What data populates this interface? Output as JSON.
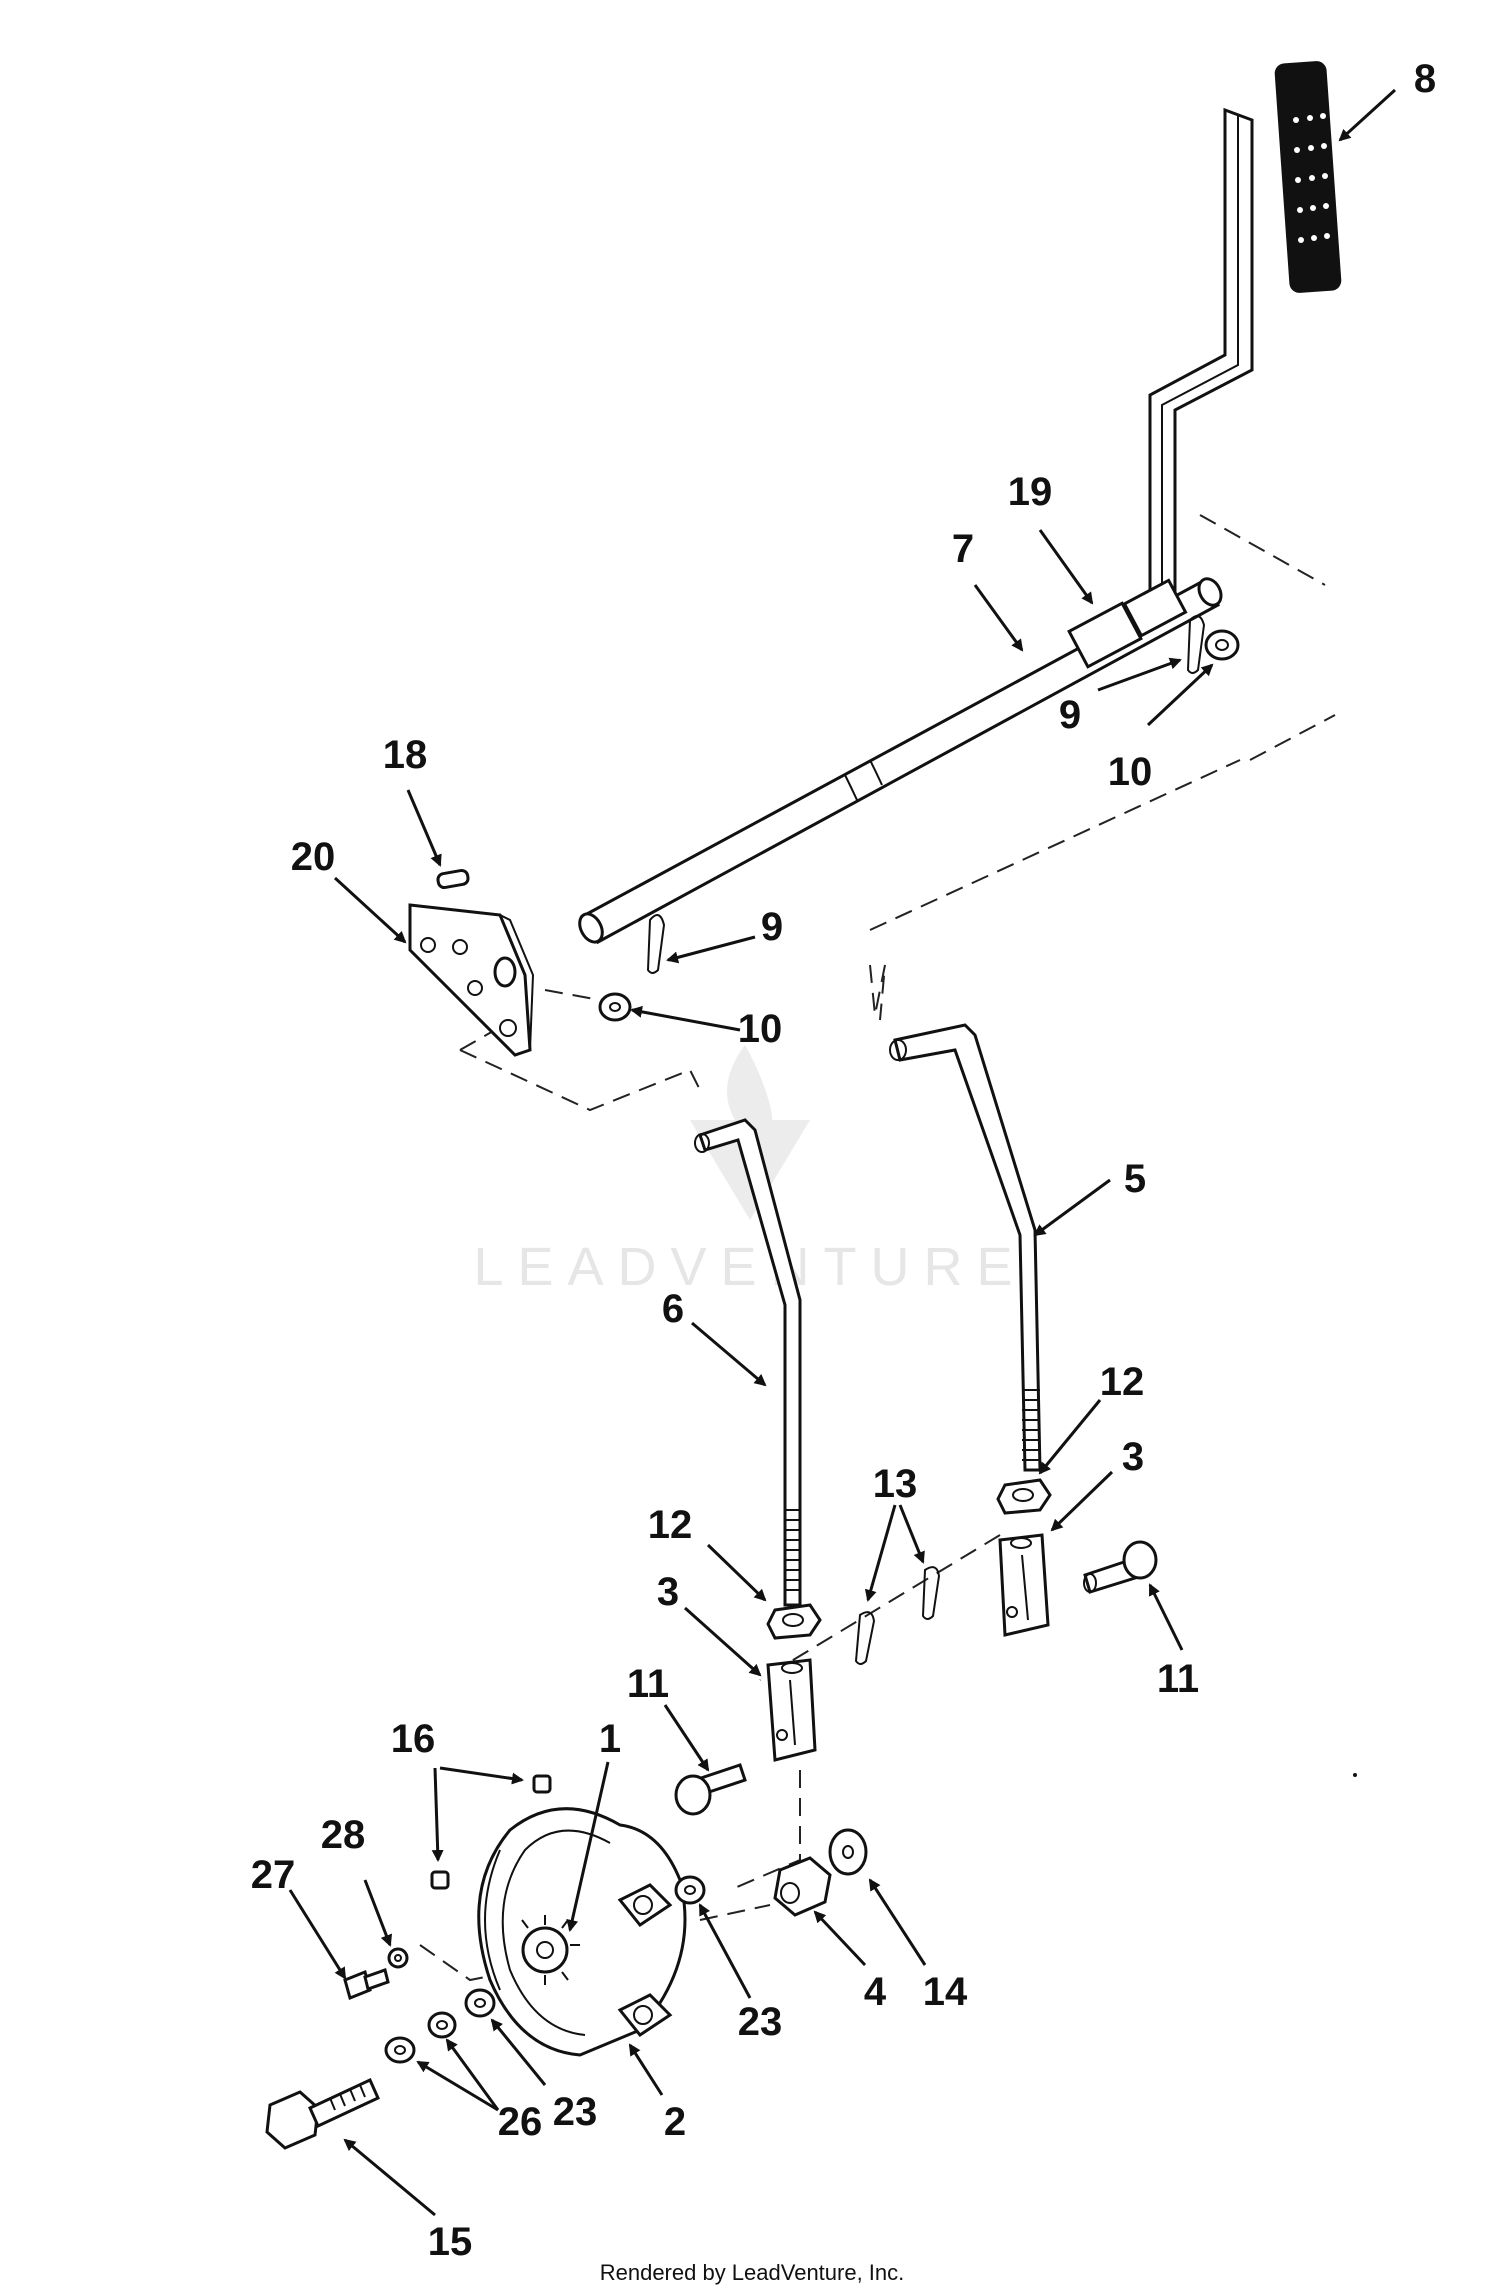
{
  "watermark": {
    "brand": "LEADVENTURE"
  },
  "footer": {
    "text": "Rendered by LeadVenture, Inc."
  },
  "callouts": [
    {
      "id": "c8",
      "label": "8"
    },
    {
      "id": "c19",
      "label": "19"
    },
    {
      "id": "c7",
      "label": "7"
    },
    {
      "id": "c9a",
      "label": "9"
    },
    {
      "id": "c10a",
      "label": "10"
    },
    {
      "id": "c18",
      "label": "18"
    },
    {
      "id": "c20",
      "label": "20"
    },
    {
      "id": "c9b",
      "label": "9"
    },
    {
      "id": "c10b",
      "label": "10"
    },
    {
      "id": "c5",
      "label": "5"
    },
    {
      "id": "c6",
      "label": "6"
    },
    {
      "id": "c12a",
      "label": "12"
    },
    {
      "id": "c3a",
      "label": "3"
    },
    {
      "id": "c13",
      "label": "13"
    },
    {
      "id": "c12b",
      "label": "12"
    },
    {
      "id": "c3b",
      "label": "3"
    },
    {
      "id": "c11a",
      "label": "11"
    },
    {
      "id": "c11b",
      "label": "11"
    },
    {
      "id": "c16",
      "label": "16"
    },
    {
      "id": "c1",
      "label": "1"
    },
    {
      "id": "c28",
      "label": "28"
    },
    {
      "id": "c27",
      "label": "27"
    },
    {
      "id": "c23a",
      "label": "23"
    },
    {
      "id": "c4",
      "label": "4"
    },
    {
      "id": "c14",
      "label": "14"
    },
    {
      "id": "c23b",
      "label": "23"
    },
    {
      "id": "c2",
      "label": "2"
    },
    {
      "id": "c26",
      "label": "26"
    },
    {
      "id": "c15",
      "label": "15"
    }
  ]
}
